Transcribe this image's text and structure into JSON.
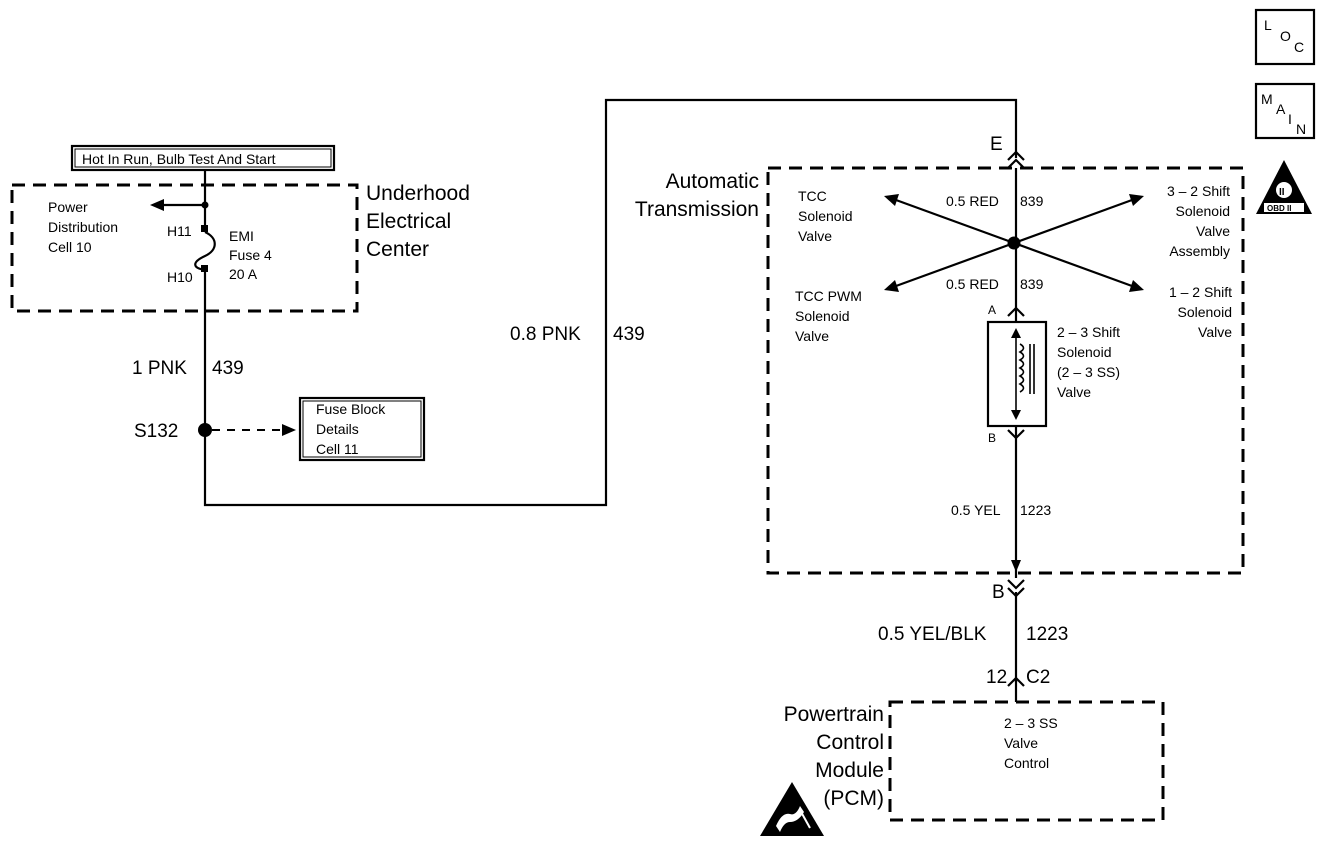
{
  "icons": {
    "loc": {
      "l1": "L",
      "l2": "O",
      "l3": "C"
    },
    "main": {
      "l1": "M",
      "l2": "A",
      "l3": "I",
      "l4": "N"
    },
    "obd": {
      "label": "OBD II",
      "roman": "II"
    }
  },
  "hot_label": "Hot In Run, Bulb Test And Start",
  "underhood": {
    "line1": "Underhood",
    "line2": "Electrical",
    "line3": "Center"
  },
  "power_dist": {
    "line1": "Power",
    "line2": "Distribution",
    "line3": "Cell 10"
  },
  "fuse": {
    "top_terminal": "H11",
    "bottom_terminal": "H10",
    "line1": "EMI",
    "line2": "Fuse 4",
    "line3": "20 A"
  },
  "wire_1pnk": {
    "size_color": "1 PNK",
    "circuit": "439"
  },
  "splice": "S132",
  "fuse_block": {
    "line1": "Fuse Block",
    "line2": "Details",
    "line3": "Cell 11"
  },
  "wire_08pnk": {
    "size_color": "0.8 PNK",
    "circuit": "439"
  },
  "auto_trans": {
    "line1": "Automatic",
    "line2": "Transmission"
  },
  "connector_e": "E",
  "connector_b_top": "B",
  "wire_red_top": {
    "size_color": "0.5 RED",
    "circuit": "839"
  },
  "wire_red_bottom": {
    "size_color": "0.5 RED",
    "circuit": "839"
  },
  "tcc_solenoid": {
    "line1": "TCC",
    "line2": "Solenoid",
    "line3": "Valve"
  },
  "tcc_pwm": {
    "line1": "TCC PWM",
    "line2": "Solenoid",
    "line3": "Valve"
  },
  "shift_32": {
    "line1": "3 – 2 Shift",
    "line2": "Solenoid",
    "line3": "Valve",
    "line4": "Assembly"
  },
  "shift_12": {
    "line1": "1 – 2 Shift",
    "line2": "Solenoid",
    "line3": "Valve"
  },
  "pin_a": "A",
  "pin_b": "B",
  "shift_23": {
    "line1": "2 – 3 Shift",
    "line2": "Solenoid",
    "line3": "(2 – 3 SS)",
    "line4": "Valve"
  },
  "wire_yel": {
    "size_color": "0.5 YEL",
    "circuit": "1223"
  },
  "wire_yelblk": {
    "size_color": "0.5 YEL/BLK",
    "circuit": "1223"
  },
  "pcm_connector": {
    "pin": "12",
    "connector": "C2"
  },
  "pcm": {
    "line1": "Powertrain",
    "line2": "Control",
    "line3": "Module",
    "line4": "(PCM)"
  },
  "pcm_ckt": {
    "line1": "2 – 3 SS",
    "line2": "Valve",
    "line3": "Control"
  }
}
